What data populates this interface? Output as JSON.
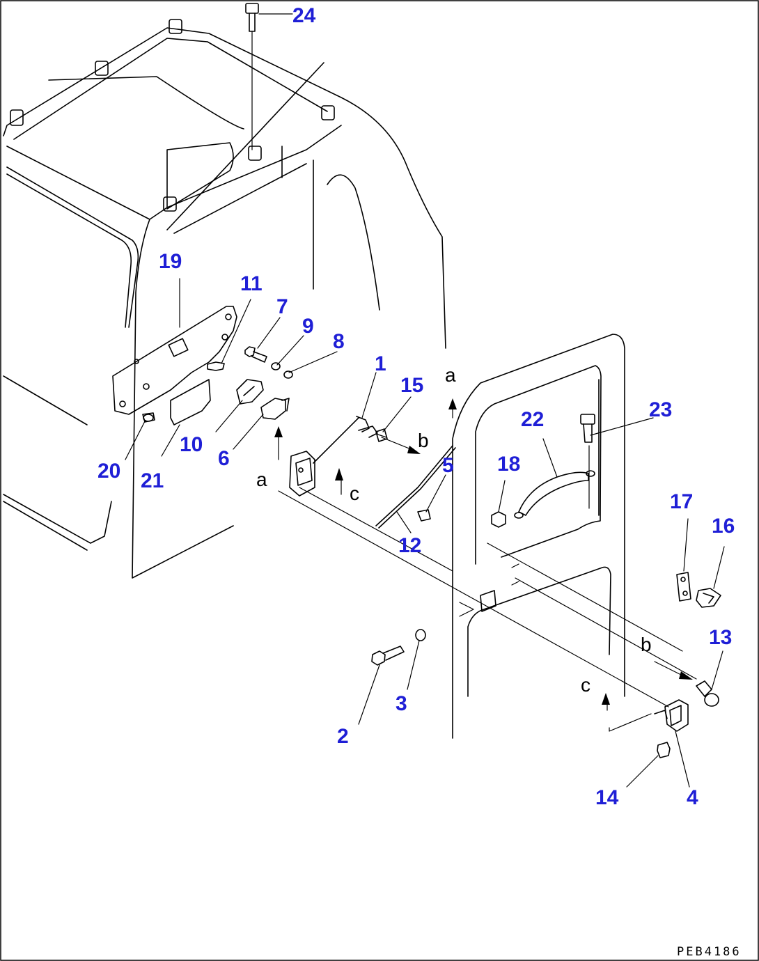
{
  "colors": {
    "callout": "#1f1fd6",
    "line": "#000000",
    "background": "#ffffff"
  },
  "callouts": [
    {
      "id": "c1",
      "text": "1"
    },
    {
      "id": "c2",
      "text": "2"
    },
    {
      "id": "c3",
      "text": "3"
    },
    {
      "id": "c4",
      "text": "4"
    },
    {
      "id": "c5",
      "text": "5"
    },
    {
      "id": "c6",
      "text": "6"
    },
    {
      "id": "c7",
      "text": "7"
    },
    {
      "id": "c8",
      "text": "8"
    },
    {
      "id": "c9",
      "text": "9"
    },
    {
      "id": "c10",
      "text": "10"
    },
    {
      "id": "c11",
      "text": "11"
    },
    {
      "id": "c12",
      "text": "12"
    },
    {
      "id": "c13",
      "text": "13"
    },
    {
      "id": "c14",
      "text": "14"
    },
    {
      "id": "c15",
      "text": "15"
    },
    {
      "id": "c16",
      "text": "16"
    },
    {
      "id": "c17",
      "text": "17"
    },
    {
      "id": "c18",
      "text": "18"
    },
    {
      "id": "c19",
      "text": "19"
    },
    {
      "id": "c20",
      "text": "20"
    },
    {
      "id": "c21",
      "text": "21"
    },
    {
      "id": "c22",
      "text": "22"
    },
    {
      "id": "c23",
      "text": "23"
    },
    {
      "id": "c24",
      "text": "24"
    }
  ],
  "refs": {
    "a": "a",
    "b": "b",
    "c": "c"
  },
  "drawing_code": "PEB4186"
}
